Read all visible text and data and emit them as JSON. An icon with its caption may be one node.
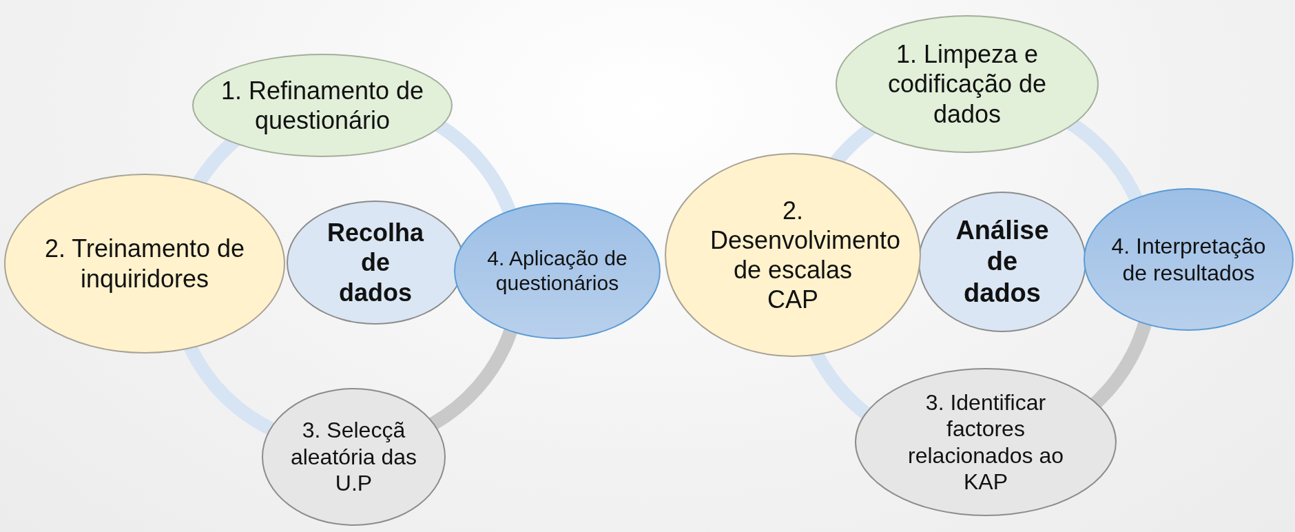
{
  "diagram": {
    "nodes": [
      {
        "text": [
          "Recolha de dados"
        ]
      },
      {
        "text": [
          "1. Refinamento de questionário"
        ]
      },
      {
        "text": [
          "2. Treinamento de inquiridores"
        ]
      },
      {
        "text": [
          "3. Selecçã aleatória das U.P"
        ]
      },
      {
        "text": [
          "4. Aplicação de questionários"
        ]
      },
      {
        "text": [
          "Análise de dados"
        ]
      },
      {
        "text": [
          "1. Limpeza e codificação de dados"
        ]
      },
      {
        "text": [
          "2. Desenvolvimento de escalas CAP"
        ]
      },
      {
        "text": [
          "3. Identificar factores relacionados ao KAP"
        ]
      },
      {
        "text": [
          "4. Interpretação de resultados"
        ]
      }
    ]
  }
}
